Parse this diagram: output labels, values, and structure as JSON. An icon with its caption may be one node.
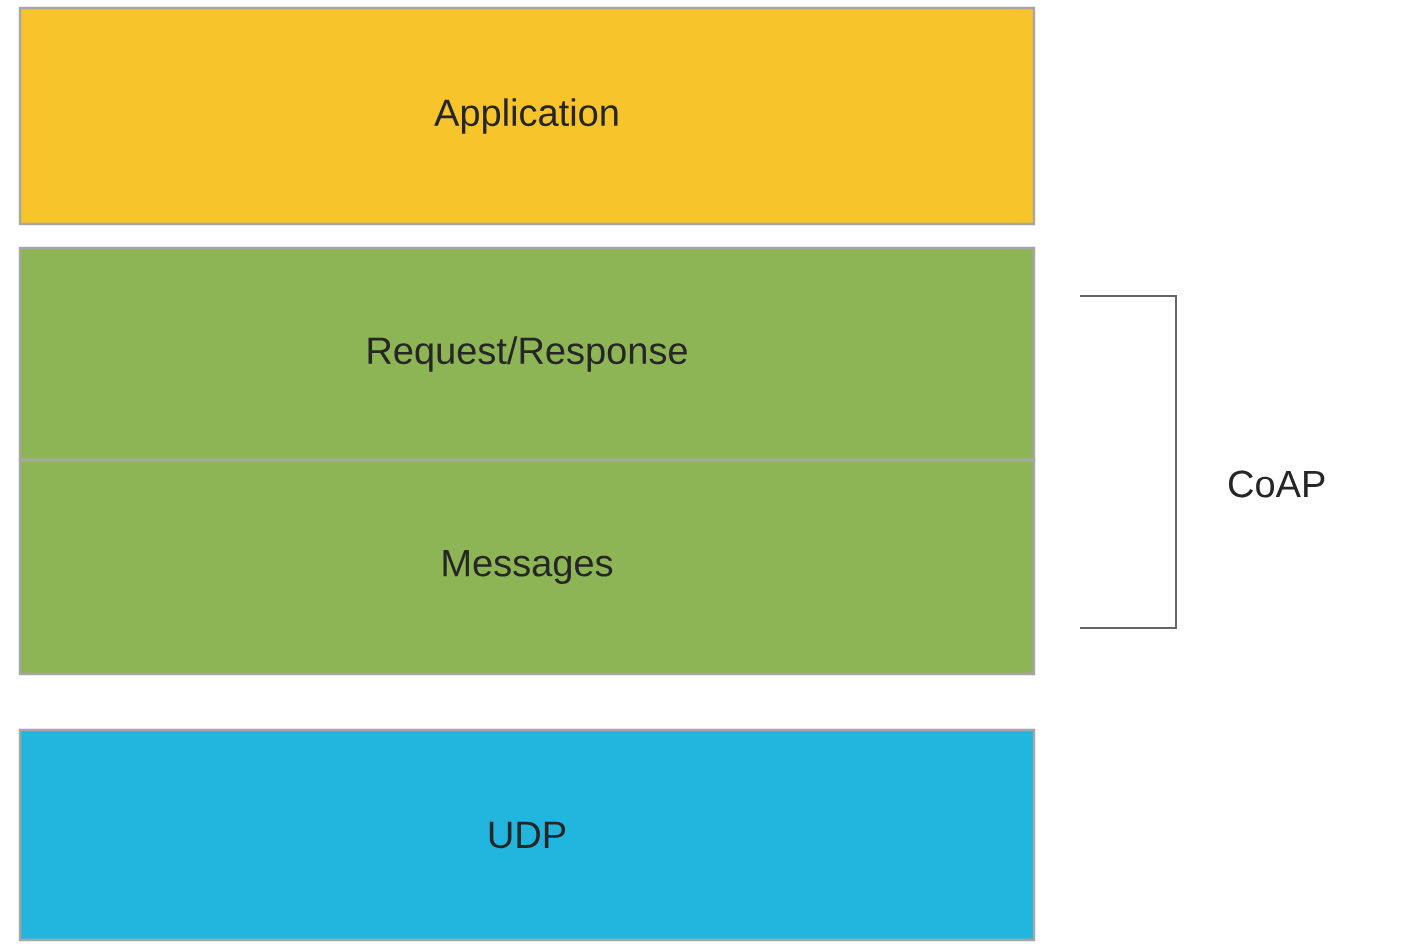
{
  "diagram": {
    "nodes": [
      {
        "text": [
          "Application"
        ]
      },
      {
        "text": [
          "Request/Response"
        ]
      },
      {
        "text": [
          "Messages"
        ]
      },
      {
        "text": [
          "UDP"
        ]
      }
    ],
    "labels": [
      "CoAP"
    ]
  }
}
